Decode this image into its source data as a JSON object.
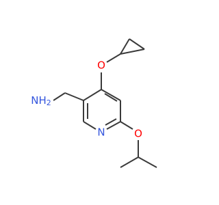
{
  "molecule": {
    "atoms": [
      {
        "id": "nh2",
        "label": "NH",
        "sub": "2",
        "color": "#3355dd"
      },
      {
        "id": "o1",
        "label": "O",
        "color": "#ff0000"
      },
      {
        "id": "o2",
        "label": "O",
        "color": "#ff0000"
      },
      {
        "id": "n1",
        "label": "N",
        "color": "#3355dd"
      }
    ],
    "bond_color": "#3a3a3a"
  }
}
